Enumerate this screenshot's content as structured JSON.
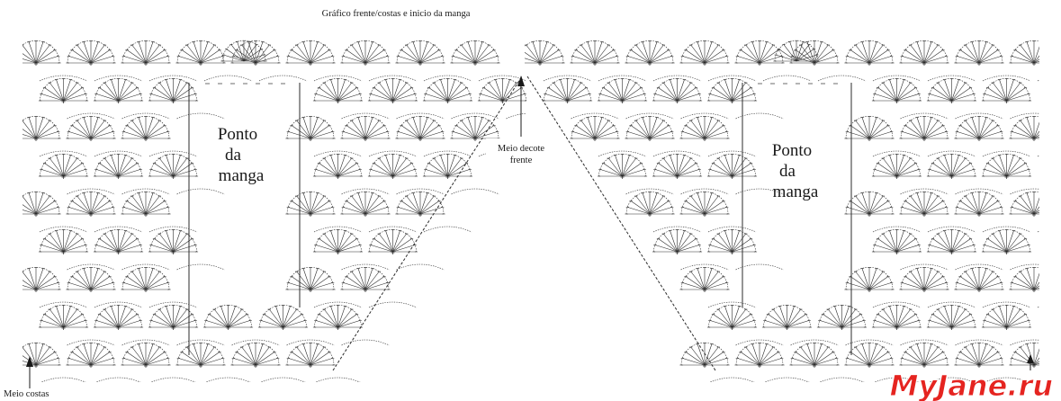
{
  "diagram": {
    "title": "Gráfico frente/costas e inicio da manga",
    "sleeve_labels": [
      [
        "Ponto",
        "da",
        "manga"
      ],
      [
        "Ponto",
        "da",
        "manga"
      ]
    ],
    "neck_label": [
      "Meio decote",
      "frente"
    ],
    "back_label": "Meio costas",
    "ink_color": "#2b2b2b",
    "paper_color": "#ffffff",
    "stitch_symbols": [
      "fan-shell-stitch",
      "chain-arc",
      "plus-stitch",
      "dash-stitch"
    ]
  },
  "watermark": {
    "text": "MyJane.ru",
    "colors": {
      "fill": "#e52420",
      "stroke": "#ffffff"
    }
  }
}
